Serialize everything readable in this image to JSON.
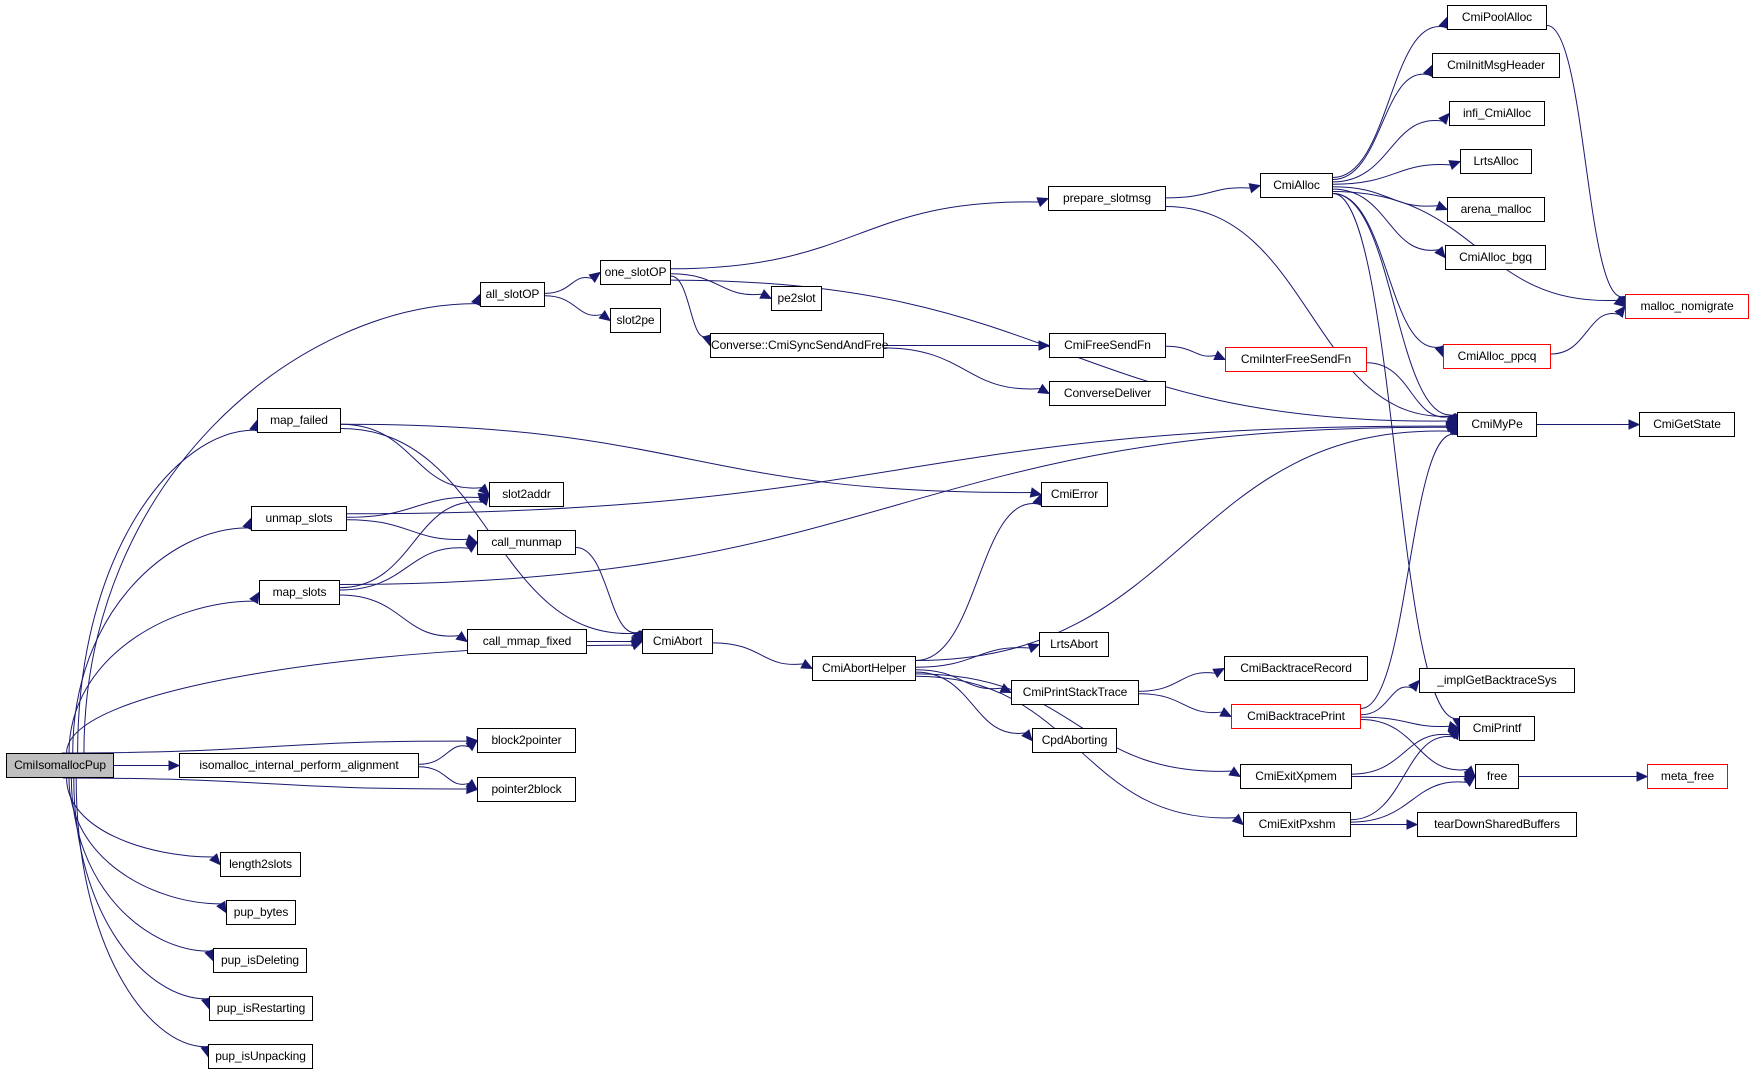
{
  "diagram": {
    "title": "Call graph for CmiIsomallocPup",
    "colors": {
      "edge": "#191970",
      "root_fill": "#bfbfbf",
      "node_border": "#000000",
      "truncated_border": "#ff0000"
    },
    "nodes": [
      {
        "id": "CmiIsomallocPup",
        "label": "CmiIsomallocPup",
        "kind": "root"
      },
      {
        "id": "all_slotOP",
        "label": "all_slotOP",
        "kind": "normal"
      },
      {
        "id": "one_slotOP",
        "label": "one_slotOP",
        "kind": "normal"
      },
      {
        "id": "slot2pe",
        "label": "slot2pe",
        "kind": "normal"
      },
      {
        "id": "pe2slot",
        "label": "pe2slot",
        "kind": "normal"
      },
      {
        "id": "prepare_slotmsg",
        "label": "prepare_slotmsg",
        "kind": "normal"
      },
      {
        "id": "CmiAlloc",
        "label": "CmiAlloc",
        "kind": "normal"
      },
      {
        "id": "CmiPoolAlloc",
        "label": "CmiPoolAlloc",
        "kind": "normal"
      },
      {
        "id": "CmiInitMsgHeader",
        "label": "CmiInitMsgHeader",
        "kind": "normal"
      },
      {
        "id": "infi_CmiAlloc",
        "label": "infi_CmiAlloc",
        "kind": "normal"
      },
      {
        "id": "LrtsAlloc",
        "label": "LrtsAlloc",
        "kind": "normal"
      },
      {
        "id": "arena_malloc",
        "label": "arena_malloc",
        "kind": "normal"
      },
      {
        "id": "CmiAlloc_bgq",
        "label": "CmiAlloc_bgq",
        "kind": "normal"
      },
      {
        "id": "malloc_nomigrate",
        "label": "malloc_nomigrate",
        "kind": "truncated"
      },
      {
        "id": "CmiAlloc_ppcq",
        "label": "CmiAlloc_ppcq",
        "kind": "truncated"
      },
      {
        "id": "CmiMyPe",
        "label": "CmiMyPe",
        "kind": "normal"
      },
      {
        "id": "CmiGetState",
        "label": "CmiGetState",
        "kind": "normal"
      },
      {
        "id": "CmiSyncSendAndFree",
        "label": "Converse::CmiSyncSendAndFree",
        "kind": "normal"
      },
      {
        "id": "CmiFreeSendFn",
        "label": "CmiFreeSendFn",
        "kind": "normal"
      },
      {
        "id": "ConverseDeliver",
        "label": "ConverseDeliver",
        "kind": "normal"
      },
      {
        "id": "CmiInterFreeSendFn",
        "label": "CmiInterFreeSendFn",
        "kind": "truncated"
      },
      {
        "id": "map_failed",
        "label": "map_failed",
        "kind": "normal"
      },
      {
        "id": "unmap_slots",
        "label": "unmap_slots",
        "kind": "normal"
      },
      {
        "id": "map_slots",
        "label": "map_slots",
        "kind": "normal"
      },
      {
        "id": "slot2addr",
        "label": "slot2addr",
        "kind": "normal"
      },
      {
        "id": "call_munmap",
        "label": "call_munmap",
        "kind": "normal"
      },
      {
        "id": "call_mmap_fixed",
        "label": "call_mmap_fixed",
        "kind": "normal"
      },
      {
        "id": "CmiAbort",
        "label": "CmiAbort",
        "kind": "normal"
      },
      {
        "id": "CmiAbortHelper",
        "label": "CmiAbortHelper",
        "kind": "normal"
      },
      {
        "id": "CmiError",
        "label": "CmiError",
        "kind": "normal"
      },
      {
        "id": "LrtsAbort",
        "label": "LrtsAbort",
        "kind": "normal"
      },
      {
        "id": "CmiPrintStackTrace",
        "label": "CmiPrintStackTrace",
        "kind": "normal"
      },
      {
        "id": "CpdAborting",
        "label": "CpdAborting",
        "kind": "normal"
      },
      {
        "id": "CmiBacktraceRecord",
        "label": "CmiBacktraceRecord",
        "kind": "normal"
      },
      {
        "id": "CmiBacktracePrint",
        "label": "CmiBacktracePrint",
        "kind": "truncated"
      },
      {
        "id": "_implGetBacktraceSys",
        "label": "_implGetBacktraceSys",
        "kind": "normal"
      },
      {
        "id": "CmiPrintf",
        "label": "CmiPrintf",
        "kind": "normal"
      },
      {
        "id": "CmiExitXpmem",
        "label": "CmiExitXpmem",
        "kind": "normal"
      },
      {
        "id": "CmiExitPxshm",
        "label": "CmiExitPxshm",
        "kind": "normal"
      },
      {
        "id": "free",
        "label": "free",
        "kind": "normal"
      },
      {
        "id": "meta_free",
        "label": "meta_free",
        "kind": "truncated"
      },
      {
        "id": "tearDownSharedBuffers",
        "label": "tearDownSharedBuffers",
        "kind": "normal"
      },
      {
        "id": "block2pointer",
        "label": "block2pointer",
        "kind": "normal"
      },
      {
        "id": "isomalloc_internal_perform_alignment",
        "label": "isomalloc_internal_perform_alignment",
        "kind": "normal"
      },
      {
        "id": "pointer2block",
        "label": "pointer2block",
        "kind": "normal"
      },
      {
        "id": "length2slots",
        "label": "length2slots",
        "kind": "normal"
      },
      {
        "id": "pup_bytes",
        "label": "pup_bytes",
        "kind": "normal"
      },
      {
        "id": "pup_isDeleting",
        "label": "pup_isDeleting",
        "kind": "normal"
      },
      {
        "id": "pup_isRestarting",
        "label": "pup_isRestarting",
        "kind": "normal"
      },
      {
        "id": "pup_isUnpacking",
        "label": "pup_isUnpacking",
        "kind": "normal"
      }
    ],
    "edges": [
      [
        "CmiIsomallocPup",
        "all_slotOP"
      ],
      [
        "CmiIsomallocPup",
        "map_failed"
      ],
      [
        "CmiIsomallocPup",
        "unmap_slots"
      ],
      [
        "CmiIsomallocPup",
        "map_slots"
      ],
      [
        "CmiIsomallocPup",
        "CmiAbort"
      ],
      [
        "CmiIsomallocPup",
        "block2pointer"
      ],
      [
        "CmiIsomallocPup",
        "isomalloc_internal_perform_alignment"
      ],
      [
        "CmiIsomallocPup",
        "pointer2block"
      ],
      [
        "CmiIsomallocPup",
        "length2slots"
      ],
      [
        "CmiIsomallocPup",
        "pup_bytes"
      ],
      [
        "CmiIsomallocPup",
        "pup_isDeleting"
      ],
      [
        "CmiIsomallocPup",
        "pup_isRestarting"
      ],
      [
        "CmiIsomallocPup",
        "pup_isUnpacking"
      ],
      [
        "all_slotOP",
        "one_slotOP"
      ],
      [
        "all_slotOP",
        "slot2pe"
      ],
      [
        "one_slotOP",
        "prepare_slotmsg"
      ],
      [
        "one_slotOP",
        "pe2slot"
      ],
      [
        "one_slotOP",
        "CmiSyncSendAndFree"
      ],
      [
        "one_slotOP",
        "CmiMyPe"
      ],
      [
        "prepare_slotmsg",
        "CmiAlloc"
      ],
      [
        "prepare_slotmsg",
        "CmiMyPe"
      ],
      [
        "CmiAlloc",
        "CmiPoolAlloc"
      ],
      [
        "CmiAlloc",
        "CmiInitMsgHeader"
      ],
      [
        "CmiAlloc",
        "infi_CmiAlloc"
      ],
      [
        "CmiAlloc",
        "LrtsAlloc"
      ],
      [
        "CmiAlloc",
        "arena_malloc"
      ],
      [
        "CmiAlloc",
        "CmiAlloc_bgq"
      ],
      [
        "CmiAlloc",
        "malloc_nomigrate"
      ],
      [
        "CmiAlloc",
        "CmiAlloc_ppcq"
      ],
      [
        "CmiAlloc",
        "CmiMyPe"
      ],
      [
        "CmiAlloc",
        "CmiPrintf"
      ],
      [
        "CmiPoolAlloc",
        "malloc_nomigrate"
      ],
      [
        "CmiAlloc_ppcq",
        "malloc_nomigrate"
      ],
      [
        "CmiMyPe",
        "CmiGetState"
      ],
      [
        "CmiSyncSendAndFree",
        "CmiFreeSendFn"
      ],
      [
        "CmiSyncSendAndFree",
        "ConverseDeliver"
      ],
      [
        "CmiFreeSendFn",
        "CmiInterFreeSendFn"
      ],
      [
        "CmiInterFreeSendFn",
        "CmiMyPe"
      ],
      [
        "map_failed",
        "slot2addr"
      ],
      [
        "map_failed",
        "CmiError"
      ],
      [
        "map_failed",
        "CmiAbort"
      ],
      [
        "unmap_slots",
        "slot2addr"
      ],
      [
        "unmap_slots",
        "call_munmap"
      ],
      [
        "unmap_slots",
        "CmiMyPe"
      ],
      [
        "map_slots",
        "slot2addr"
      ],
      [
        "map_slots",
        "call_munmap"
      ],
      [
        "map_slots",
        "call_mmap_fixed"
      ],
      [
        "map_slots",
        "CmiMyPe"
      ],
      [
        "call_munmap",
        "CmiAbort"
      ],
      [
        "call_mmap_fixed",
        "CmiAbort"
      ],
      [
        "CmiAbort",
        "CmiAbortHelper"
      ],
      [
        "CmiAbortHelper",
        "CmiError"
      ],
      [
        "CmiAbortHelper",
        "CmiMyPe"
      ],
      [
        "CmiAbortHelper",
        "LrtsAbort"
      ],
      [
        "CmiAbortHelper",
        "CmiPrintStackTrace"
      ],
      [
        "CmiAbortHelper",
        "CpdAborting"
      ],
      [
        "CmiAbortHelper",
        "CmiExitXpmem"
      ],
      [
        "CmiAbortHelper",
        "CmiExitPxshm"
      ],
      [
        "CmiPrintStackTrace",
        "CmiBacktraceRecord"
      ],
      [
        "CmiPrintStackTrace",
        "CmiBacktracePrint"
      ],
      [
        "CmiBacktracePrint",
        "_implGetBacktraceSys"
      ],
      [
        "CmiBacktracePrint",
        "CmiPrintf"
      ],
      [
        "CmiBacktracePrint",
        "free"
      ],
      [
        "CmiBacktracePrint",
        "CmiMyPe"
      ],
      [
        "CmiExitXpmem",
        "CmiPrintf"
      ],
      [
        "CmiExitXpmem",
        "free"
      ],
      [
        "CmiExitPxshm",
        "CmiPrintf"
      ],
      [
        "CmiExitPxshm",
        "free"
      ],
      [
        "CmiExitPxshm",
        "tearDownSharedBuffers"
      ],
      [
        "free",
        "meta_free"
      ],
      [
        "isomalloc_internal_perform_alignment",
        "block2pointer"
      ],
      [
        "isomalloc_internal_perform_alignment",
        "pointer2block"
      ]
    ]
  }
}
